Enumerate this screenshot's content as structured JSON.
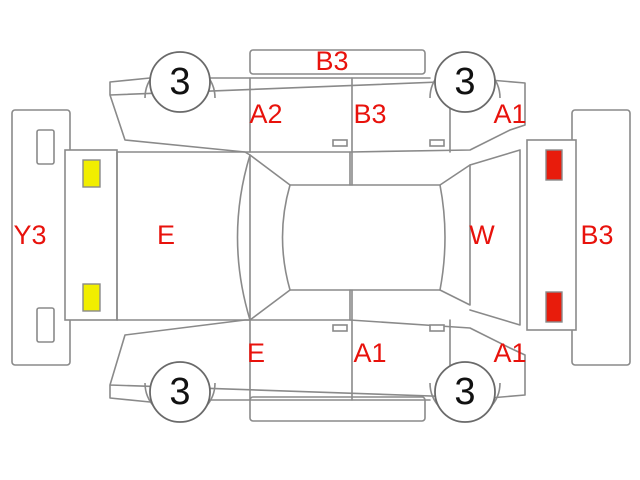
{
  "colors": {
    "outline": "#8a8a8a",
    "damage_label": "#e8120c",
    "front_lamp": "#f1ee00",
    "rear_lamp": "#e81c0c",
    "tire_number": "#111111"
  },
  "labels": {
    "top_bumper": "B3",
    "front_left_fender": "A2",
    "front_left_door": "B3",
    "rear_left_quarter": "A1",
    "front_panel": "Y3",
    "hood": "E",
    "rear_glass": "W",
    "rear_panel": "B3",
    "front_right_fender": "E",
    "front_right_door": "A1",
    "rear_right_quarter": "A1"
  },
  "tires": {
    "front_left": "3",
    "rear_left": "3",
    "front_right": "3",
    "rear_right": "3"
  }
}
